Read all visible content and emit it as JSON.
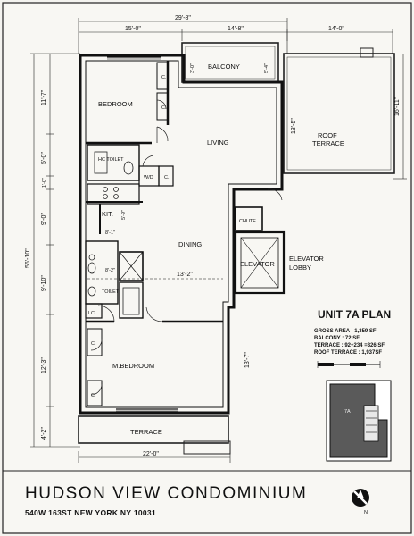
{
  "dimensions": {
    "top_overall": "29'-8\"",
    "top_left": "15'-0\"",
    "top_middle": "14'-8\"",
    "top_right": "14'-0\"",
    "right_terrace": "16'-11\"",
    "terrace_depth": "13'-5\"",
    "balcony_left": "3'-0\"",
    "balcony_right": "5'-4\"",
    "left_overall": "56'-10\"",
    "left_1": "11'-7\"",
    "left_2": "5'-0\"",
    "left_3": "1'-0\"",
    "left_4": "9'-0\"",
    "left_5": "9'-10\"",
    "left_6": "12'-3\"",
    "left_7": "4'-2\"",
    "dining_width": "13'-2\"",
    "hall_width": "8'-2\"",
    "hall_width_2": "8'-1\"",
    "kitchen_dim": "5'-9\"",
    "mbed_depth": "13'-7\"",
    "bottom_overall": "22'-0\""
  },
  "rooms": {
    "balcony": "BALCONY",
    "bedroom": "BEDROOM",
    "living": "LIVING",
    "roof_terrace_1": "ROOF",
    "roof_terrace_2": "TERRACE",
    "hc_toilet": "HC TOILET",
    "wd": "W/D",
    "kit": "KIT.",
    "dining": "DINING",
    "chute": "CHUTE",
    "elevator": "ELEVATOR",
    "elevator_lobby_1": "ELEVATOR",
    "elevator_lobby_2": "LOBBY",
    "toilet": "TOILET",
    "lc": "LC",
    "m_bedroom": "M.BEDROOM",
    "terrace": "TERRACE",
    "closet": "C."
  },
  "plan": {
    "title": "UNIT 7A PLAN",
    "gross_area": "GROSS AREA : 1,359 SF",
    "balcony": "BALCONY : 72 SF",
    "terrace": "TERRACE : 92+234 =326 SF",
    "roof_terrace": "ROOF TERRACE : 1,937SF",
    "keyplan_unit": "7A"
  },
  "footer": {
    "name": "HUDSON VIEW CONDOMINIUM",
    "address": "540W 163ST NEW YORK NY 10031",
    "north": "N"
  }
}
